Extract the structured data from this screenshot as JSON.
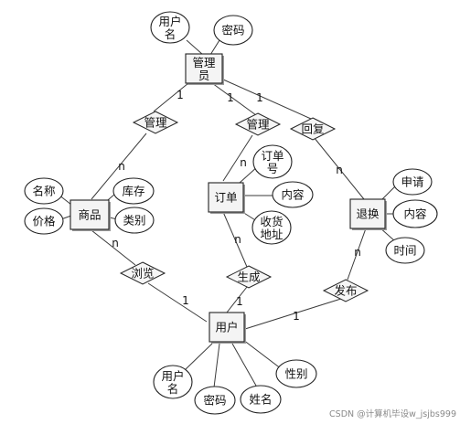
{
  "entities": {
    "admin": "管理员",
    "product": "商品",
    "order": "订单",
    "return": "退换",
    "user": "用户"
  },
  "relationships": {
    "manage_product": "管理",
    "manage_order": "管理",
    "reply": "回复",
    "browse": "浏览",
    "generate": "生成",
    "publish": "发布"
  },
  "attributes": {
    "admin_username": "用户名",
    "admin_password": "密码",
    "product_name": "名称",
    "product_price": "价格",
    "product_stock": "库存",
    "product_category": "类别",
    "order_number": "订单号",
    "order_content": "内容",
    "order_address": "收货地址",
    "return_apply": "申请",
    "return_content": "内容",
    "return_time": "时间",
    "user_username": "用户名",
    "user_password": "密码",
    "user_name": "姓名",
    "user_gender": "性别"
  },
  "cardinalities": {
    "c1": "1",
    "c2": "n",
    "c3": "1",
    "c4": "n",
    "c5": "1",
    "c6": "n",
    "c7": "n",
    "c8": "1",
    "c9": "n",
    "c10": "1",
    "c11": "n",
    "c12": "1"
  },
  "watermark": "CSDN @计算机毕设w_jsjbs999"
}
